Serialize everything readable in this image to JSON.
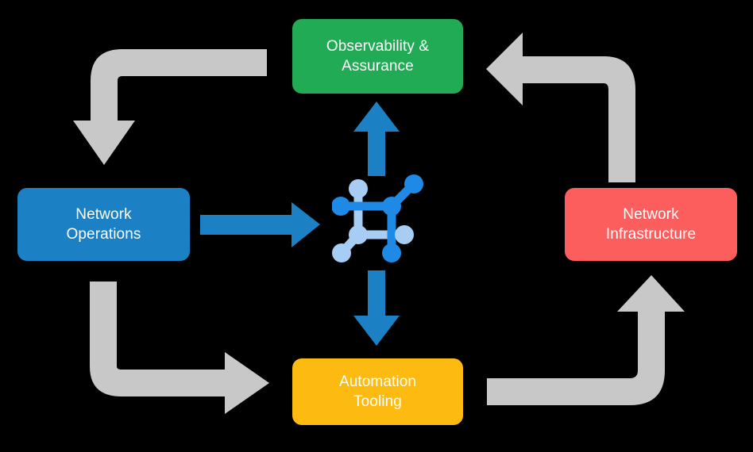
{
  "diagram": {
    "title": "Network operations lifecycle cycle diagram",
    "background_color": "#000000",
    "center": {
      "icon_name": "network-topology-icon",
      "colors": {
        "bright_blue": "#1f8ae6",
        "light_blue": "#a8cdf4"
      }
    },
    "nodes": [
      {
        "id": "observability",
        "label": "Observability &\nAssurance",
        "color": "#22ab55",
        "position": "top"
      },
      {
        "id": "network-operations",
        "label": "Network\nOperations",
        "color": "#1b81c4",
        "position": "left"
      },
      {
        "id": "network-infrastructure",
        "label": "Network\nInfrastructure",
        "color": "#fc5d5d",
        "position": "right"
      },
      {
        "id": "automation-tooling",
        "label": "Automation\nTooling",
        "color": "#fdbb12",
        "position": "bottom"
      }
    ],
    "connectors": {
      "blue_color": "#1b81c4",
      "gray_color": "#c8c8c8",
      "blue_arrows": [
        {
          "name": "center-to-observability-arrow",
          "direction": "up"
        },
        {
          "name": "network-operations-to-center-arrow",
          "direction": "right"
        },
        {
          "name": "center-to-automation-tooling-arrow",
          "direction": "down"
        }
      ],
      "gray_arrows": [
        {
          "name": "observability-to-network-operations-arrow",
          "direction": "down",
          "corner": "top-left"
        },
        {
          "name": "network-operations-to-automation-tooling-arrow",
          "direction": "right",
          "corner": "bottom-left"
        },
        {
          "name": "network-infrastructure-to-observability-arrow",
          "direction": "left",
          "corner": "top-right"
        },
        {
          "name": "automation-tooling-to-network-infrastructure-arrow",
          "direction": "up",
          "corner": "bottom-right"
        }
      ]
    }
  }
}
